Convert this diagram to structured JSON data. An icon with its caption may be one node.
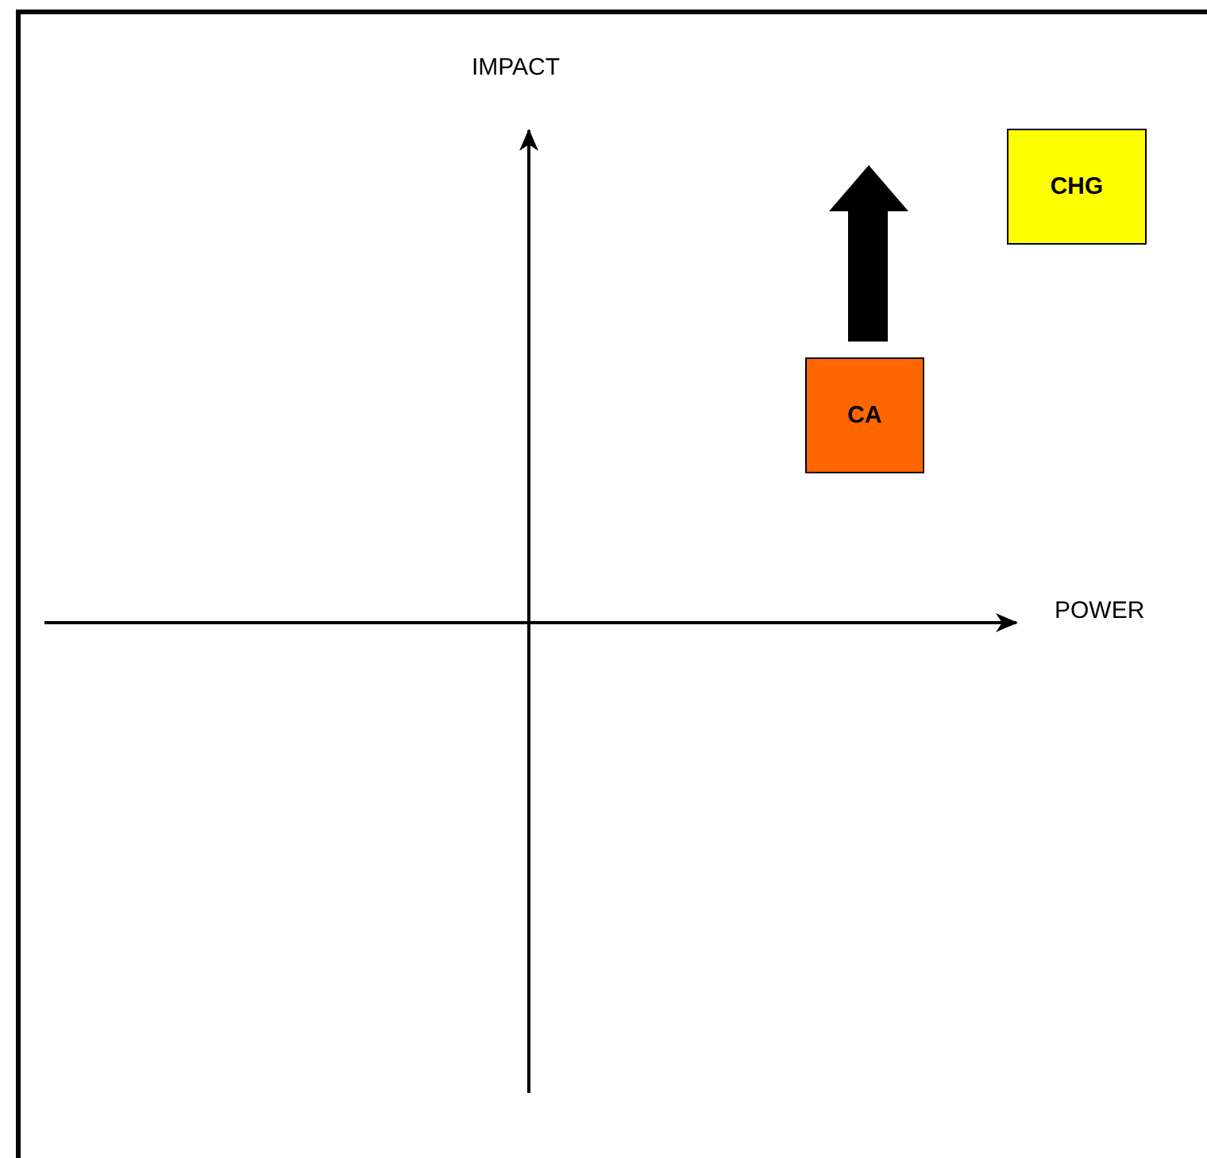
{
  "diagram": {
    "nodes": [
      {
        "text": [
          "CHG"
        ]
      },
      {
        "text": [
          "CA"
        ]
      }
    ],
    "labels": [
      "IMPACT",
      "POWER"
    ]
  }
}
